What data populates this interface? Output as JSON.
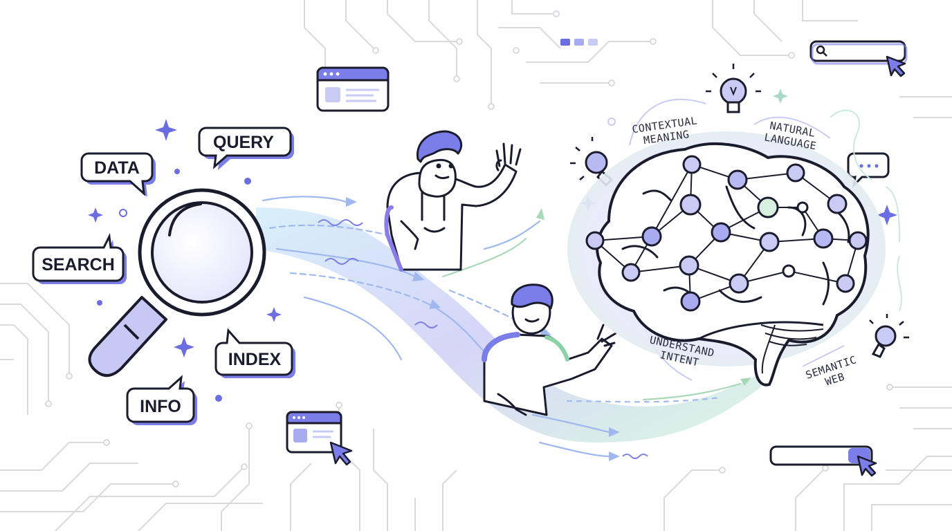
{
  "bubbles": {
    "query": "QUERY",
    "data": "DATA",
    "search": "SEARCH",
    "index": "INDEX",
    "info": "INFO"
  },
  "brain_labels": {
    "contextual_line1": "CONTEXTUAL",
    "contextual_line2": "MEANING",
    "natural_line1": "NATURAL",
    "natural_line2": "LANGUAGE",
    "understand_line1": "UNDERSTAND",
    "understand_line2": "INTENT",
    "semantic_line1": "SEMANTIC",
    "semantic_line2": "WEB"
  },
  "colors": {
    "accent": "#6b6ee0",
    "accent_light": "#c9cbf5",
    "green": "#a8e6c0",
    "ink": "#1b1b2e",
    "circuit": "#d9d9de"
  },
  "icons": [
    "magnifier-icon",
    "browser-window-icon",
    "search-bar-icon",
    "cursor-icon",
    "lightbulb-icon",
    "chat-icon",
    "sparkle-icon",
    "brain-network-icon"
  ]
}
